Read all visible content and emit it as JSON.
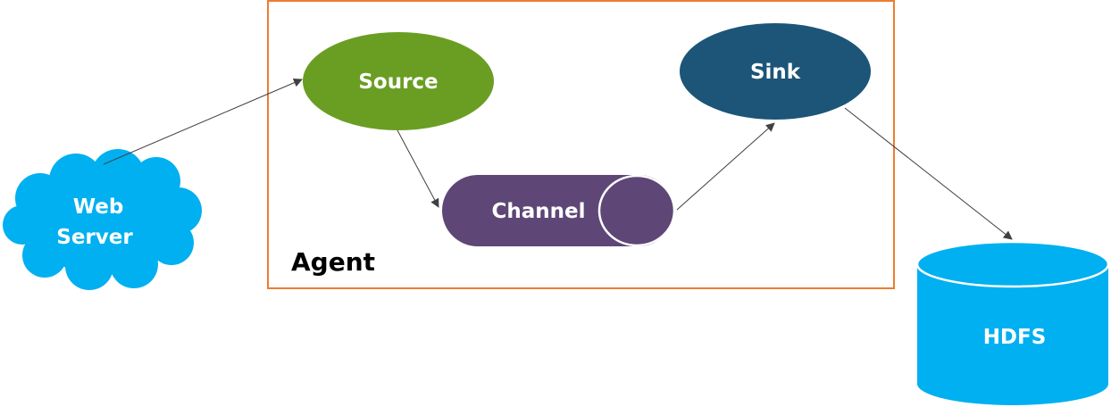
{
  "diagram": {
    "agent": {
      "label": "Agent",
      "border_color": "#ED7D31"
    },
    "web_server": {
      "line1": "Web",
      "line2": "Server",
      "color": "#00B0F0"
    },
    "source": {
      "label": "Source",
      "color": "#6A9E23"
    },
    "channel": {
      "label": "Channel",
      "color": "#5E4776"
    },
    "sink": {
      "label": "Sink",
      "color": "#1C5577"
    },
    "hdfs": {
      "label": "HDFS",
      "color": "#00B0F0"
    },
    "edges": [
      {
        "from": "Web Server",
        "to": "Source"
      },
      {
        "from": "Source",
        "to": "Channel"
      },
      {
        "from": "Channel",
        "to": "Sink"
      },
      {
        "from": "Sink",
        "to": "HDFS"
      }
    ]
  }
}
